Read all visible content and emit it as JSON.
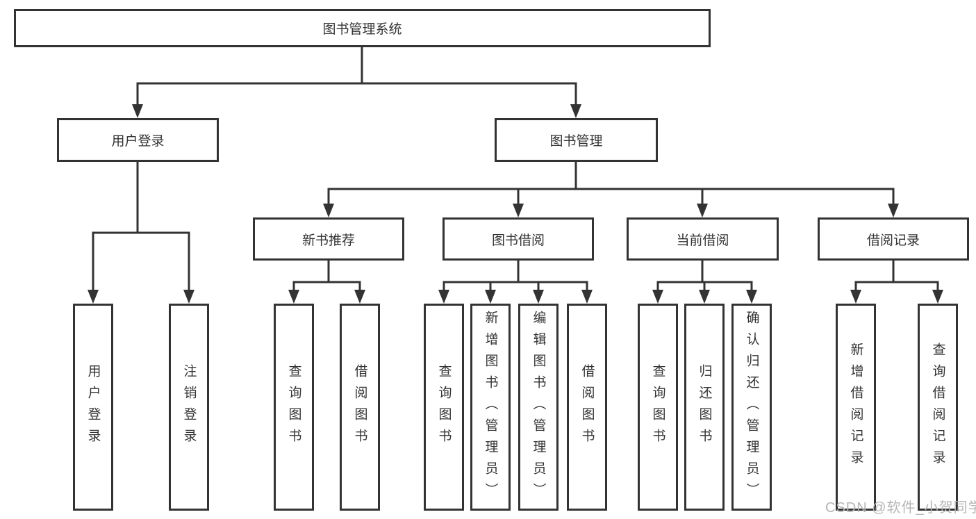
{
  "diagram_type": "hierarchy-tree",
  "tree": {
    "label": "图书管理系统",
    "children": [
      {
        "label": "用户登录",
        "children": [
          {
            "label": "用户登录"
          },
          {
            "label": "注销登录"
          }
        ]
      },
      {
        "label": "图书管理",
        "children": [
          {
            "label": "新书推荐",
            "children": [
              {
                "label": "查询图书"
              },
              {
                "label": "借阅图书"
              }
            ]
          },
          {
            "label": "图书借阅",
            "children": [
              {
                "label": "查询图书"
              },
              {
                "label": "新增图书（管理员）"
              },
              {
                "label": "编辑图书（管理员）"
              },
              {
                "label": "借阅图书"
              }
            ]
          },
          {
            "label": "当前借阅",
            "children": [
              {
                "label": "查询图书"
              },
              {
                "label": "归还图书"
              },
              {
                "label": "确认归还（管理员）"
              }
            ]
          },
          {
            "label": "借阅记录",
            "children": [
              {
                "label": "新增借阅记录"
              },
              {
                "label": "查询借阅记录"
              }
            ]
          }
        ]
      }
    ]
  },
  "watermark": {
    "text": "CSDN @软件_小贺同学"
  },
  "colors": {
    "line": "#333333",
    "box_border": "#333333",
    "box_background": "#ffffff",
    "text": "#333333",
    "watermark": "#b5b5b5",
    "background": "#ffffff"
  }
}
